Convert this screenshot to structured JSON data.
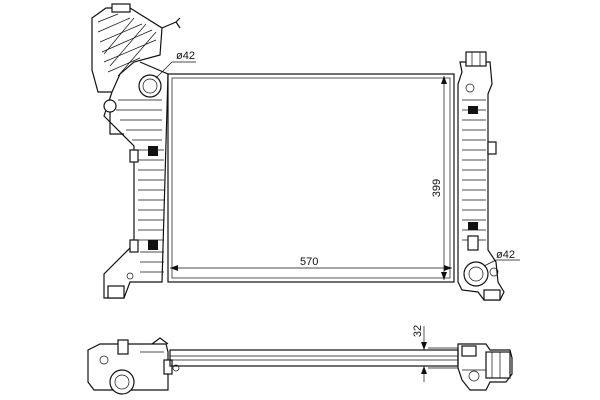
{
  "drawing": {
    "dimensions": {
      "width": "570",
      "height": "399",
      "thickness": "32",
      "inlet_diameter": "ø42",
      "outlet_diameter": "ø42"
    }
  }
}
